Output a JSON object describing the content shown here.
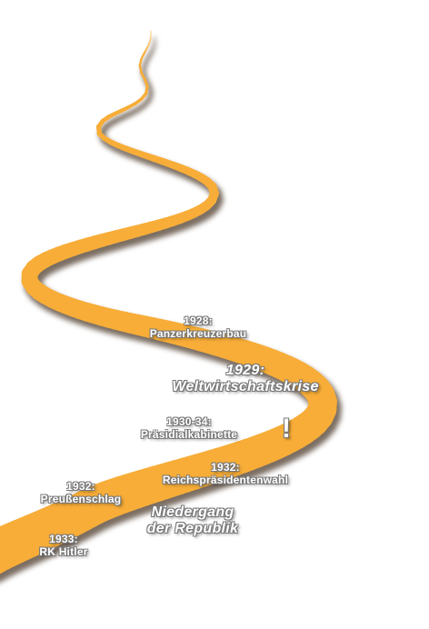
{
  "colors": {
    "road": "#f7ad38",
    "road_shadow": "#5a4a3a",
    "label_text": "#ffffff",
    "label_outline": "#777777"
  },
  "labels": {
    "l1928": {
      "line1": "1928:",
      "line2": "Panzerkreuzerbau"
    },
    "l1929": {
      "line1": "1929:",
      "line2": "Weltwirtschaftskrise"
    },
    "l1930": {
      "line1": "1930-34:",
      "line2": "Präsidialkabinette"
    },
    "exclaim": "!",
    "l1932a": {
      "line1": "1932:",
      "line2": "Reichspräsidentenwahl"
    },
    "l1932b": {
      "line1": "1932:",
      "line2": "Preußenschlag"
    },
    "decline": {
      "line1": "Niedergang",
      "line2": "der Republik"
    },
    "l1933": {
      "line1": "1933:",
      "line2": "RK Hitler"
    }
  }
}
